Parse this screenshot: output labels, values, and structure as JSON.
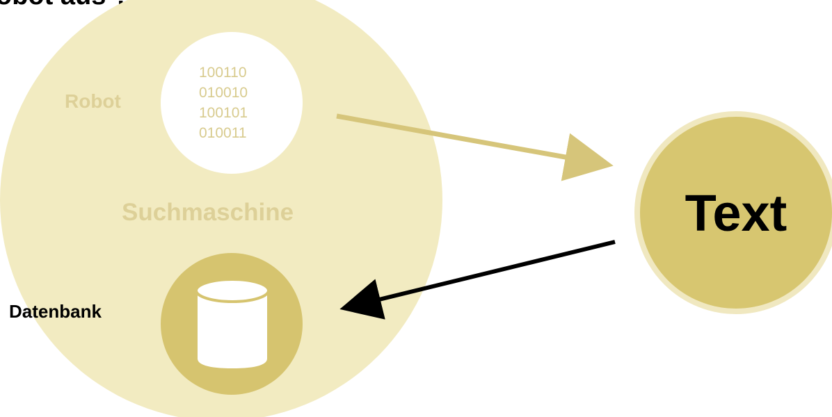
{
  "header": {
    "title_fragment": "obot aus ?"
  },
  "search_engine": {
    "label": "Suchmaschine",
    "robot": {
      "label": "Robot",
      "binary": [
        "100110",
        "010010",
        "100101",
        "010011"
      ]
    },
    "database": {
      "label": "Datenbank"
    }
  },
  "target": {
    "label": "Text"
  },
  "colors": {
    "pale_circle": "#f2ebc1",
    "accent": "#d9c878",
    "accent_dark": "#c9b86a",
    "label_muted": "#ddd098",
    "binary_text": "#d8cb8e",
    "db_ring": "#d6c46f",
    "text_circle_fill": "#d7c670",
    "text_circle_border": "#f0e8c0",
    "arrow_out": "#d6c57a",
    "arrow_in": "#000000"
  }
}
